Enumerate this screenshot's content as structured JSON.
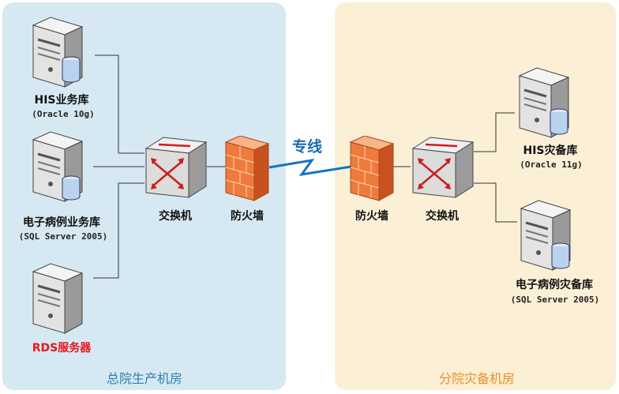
{
  "left_room": {
    "title": "总院生产机房",
    "servers": [
      {
        "name": "HIS业务库",
        "sub": "(Oracle 10g)"
      },
      {
        "name": "电子病例业务库",
        "sub": "(SQL Server 2005)"
      },
      {
        "name": "RDS服务器",
        "sub": ""
      }
    ],
    "switch_label": "交换机",
    "firewall_label": "防火墙"
  },
  "link_label": "专线",
  "right_room": {
    "title": "分院灾备机房",
    "firewall_label": "防火墙",
    "switch_label": "交换机",
    "servers": [
      {
        "name": "HIS灾备库",
        "sub": "(Oracle 11g)"
      },
      {
        "name": "电子病例灾备库",
        "sub": "(SQL Server 2005)"
      }
    ]
  },
  "colors": {
    "left_panel": "#d6e9f2",
    "right_panel": "#fbefd6",
    "left_title": "#2d7fb1",
    "right_title": "#e8902a",
    "rds_label": "#e8161a",
    "link_label": "#1c6fb1",
    "link_bolt": "#1573c4",
    "firewall": "#ee7a3c"
  }
}
